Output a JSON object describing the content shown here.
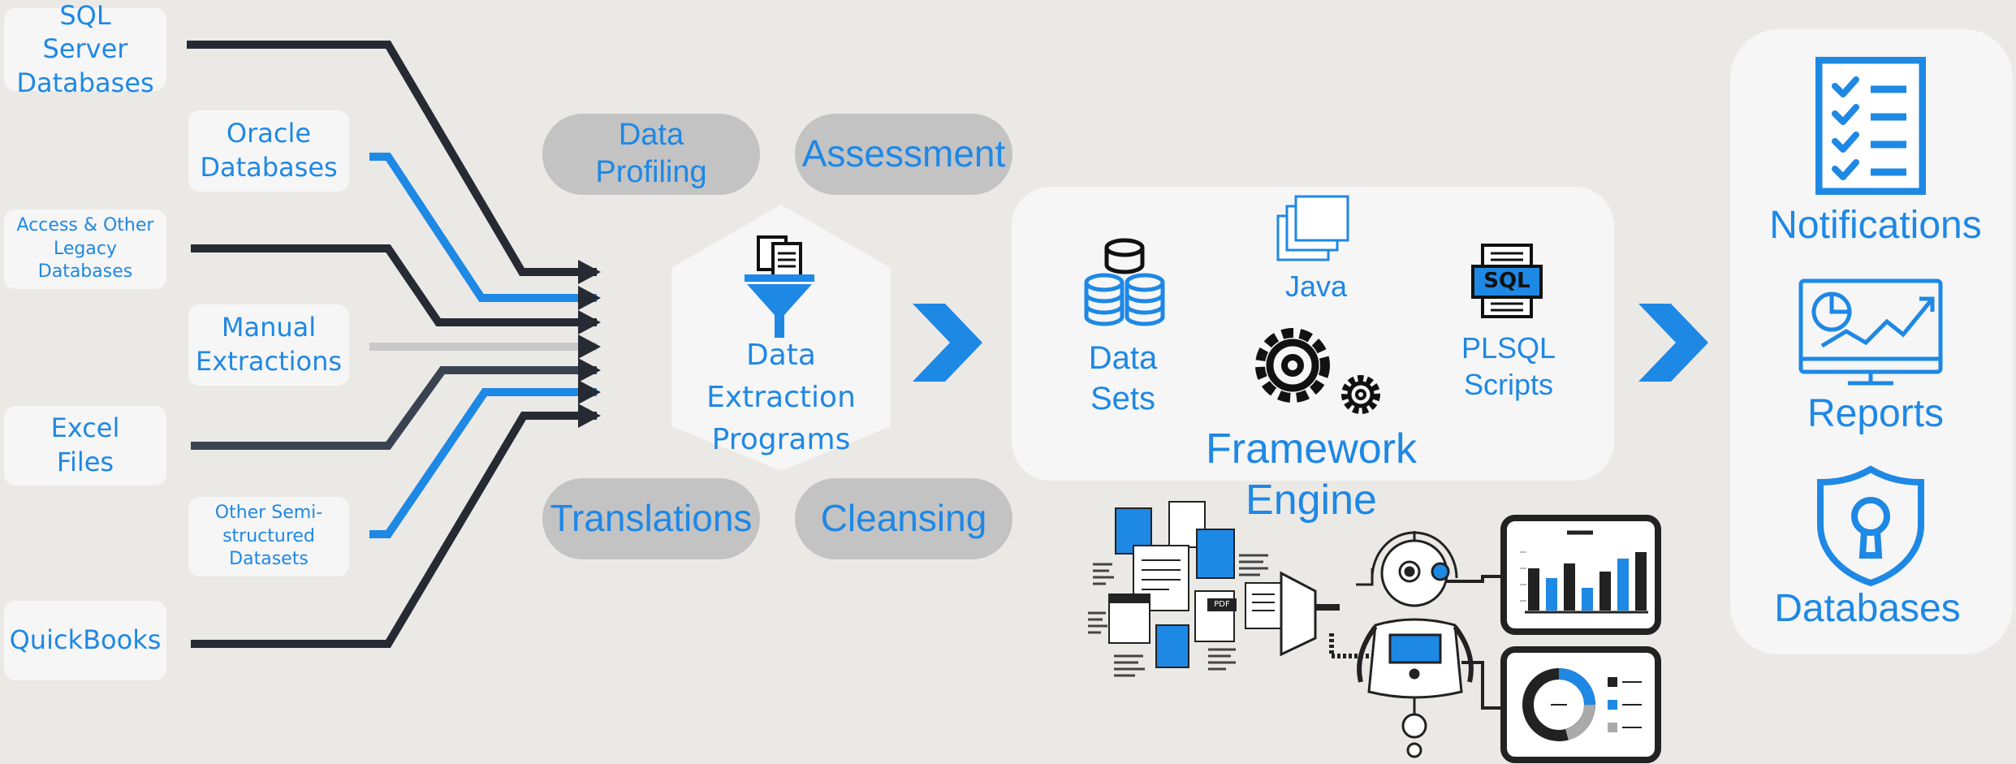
{
  "sources": [
    {
      "label": "SQL\nServer\nDatabases"
    },
    {
      "label": "Oracle\nDatabases"
    },
    {
      "label": "Access & Other\nLegacy\nDatabases"
    },
    {
      "label": "Manual\nExtractions"
    },
    {
      "label": "Excel\nFiles"
    },
    {
      "label": "Other Semi-\nstructured\nDatasets"
    },
    {
      "label": "QuickBooks"
    }
  ],
  "steps": {
    "profiling": "Data\nProfiling",
    "assessment": "Assessment",
    "translations": "Translations",
    "cleansing": "Cleansing",
    "extraction": "Data\nExtraction\nPrograms"
  },
  "engine": {
    "data_sets": "Data\nSets",
    "java": "Java",
    "plsql": "PLSQL\nScripts",
    "sql_icon_text": "SQL",
    "title": "Framework\nEngine",
    "pdf_badge": "PDF"
  },
  "outputs": {
    "notifications": "Notifications",
    "reports": "Reports",
    "databases": "Databases"
  },
  "colors": {
    "blue": "#1e88e5",
    "dark": "#252a33",
    "grey_line": "#c8c8c8",
    "panel": "#f6f6f6",
    "pill": "#c3c3c3"
  }
}
